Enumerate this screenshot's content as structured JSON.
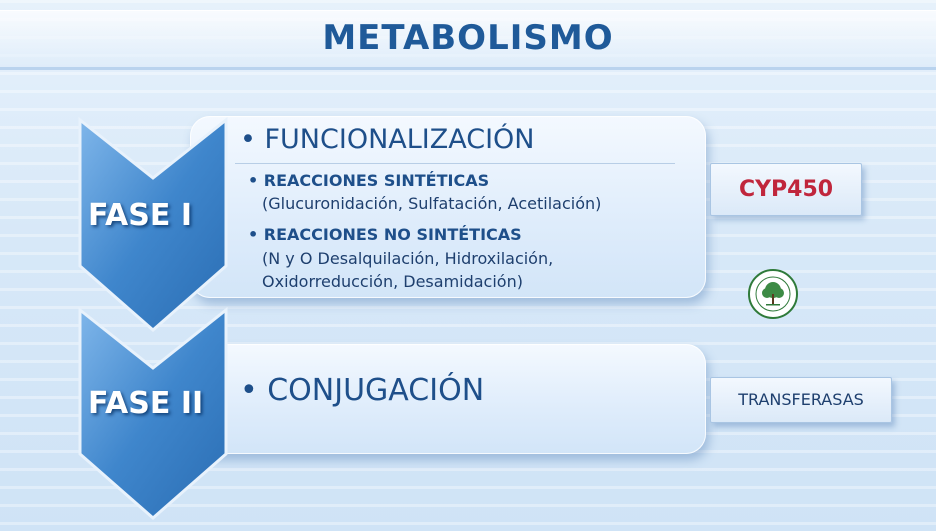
{
  "title": "METABOLISMO",
  "phase1": {
    "label": "FASE I",
    "heading": "• FUNCIONALIZACIÓN",
    "items": [
      {
        "title": "• REACCIONES SINTÉTICAS",
        "lines": [
          "(Glucuronidación, Sulfatación, Acetilación)"
        ]
      },
      {
        "title": "• REACCIONES NO SINTÉTICAS",
        "lines": [
          "(N y O Desalquilación, Hidroxilación,",
          "Oxidorreducción, Desamidación)"
        ]
      }
    ],
    "side_box": "CYP450"
  },
  "phase2": {
    "label": "FASE II",
    "heading": "• CONJUGACIÓN",
    "side_box": "TRANSFERASAS"
  },
  "logo": {
    "icon": "tree-seal-icon",
    "color": "#2f7a3a"
  },
  "colors": {
    "title": "#1f5a99",
    "arrow": "#3f86cc",
    "cyp": "#c0263c",
    "text": "#1e4f8a"
  }
}
